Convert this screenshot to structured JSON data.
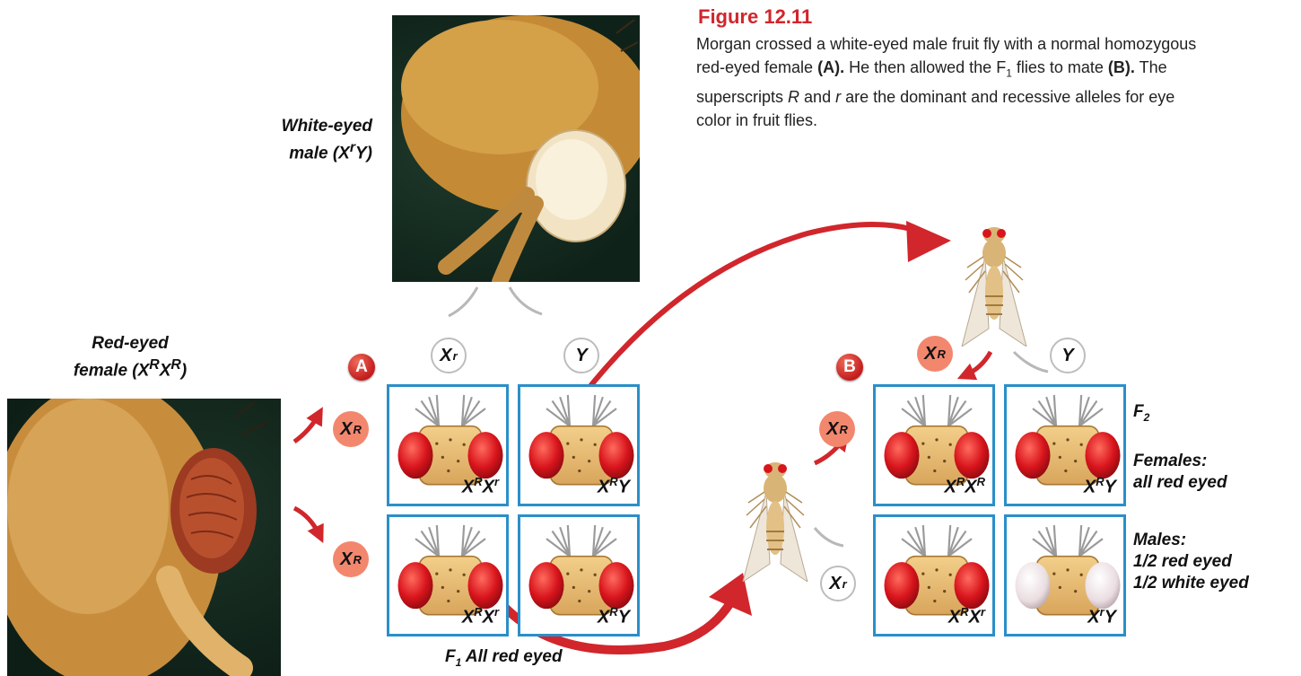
{
  "figure": {
    "title": "Figure 12.11",
    "caption": "Morgan crossed a white-eyed male fruit fly with a normal homozygous red-eyed female (A). He then allowed the F1 flies to mate (B). The superscripts R and r are the dominant and recessive alleles for eye color in fruit flies."
  },
  "labels": {
    "male_photo": "White-eyed male (XrY)",
    "female_photo": "Red-eyed female (XRXR)",
    "f1_result": "F1 All red eyed",
    "f2": "F2",
    "females": "Females: all red eyed",
    "males_line1": "Males:",
    "males_line2": "1/2 red eyed",
    "males_line3": "1/2 white eyed"
  },
  "badges": {
    "a": "A",
    "b": "B"
  },
  "cross_a": {
    "top_alleles": [
      "Xr",
      "Y"
    ],
    "side_alleles": [
      "XR",
      "XR"
    ],
    "cells": [
      "XRXr",
      "XRY",
      "XRXr",
      "XRY"
    ]
  },
  "cross_b": {
    "top_alleles": [
      "XR",
      "Y"
    ],
    "side_alleles": [
      "XR",
      "Xr"
    ],
    "cells": [
      "XRXR",
      "XRY",
      "XRXr",
      "XrY"
    ]
  },
  "colors": {
    "accent_red": "#d1262c",
    "grid_blue": "#2a8fc9",
    "allele_salmon": "#f2876e"
  },
  "icons": [
    "fly-head-red-eyes-icon",
    "fly-head-white-eyes-icon",
    "whole-fly-icon",
    "curved-arrow-icon"
  ]
}
